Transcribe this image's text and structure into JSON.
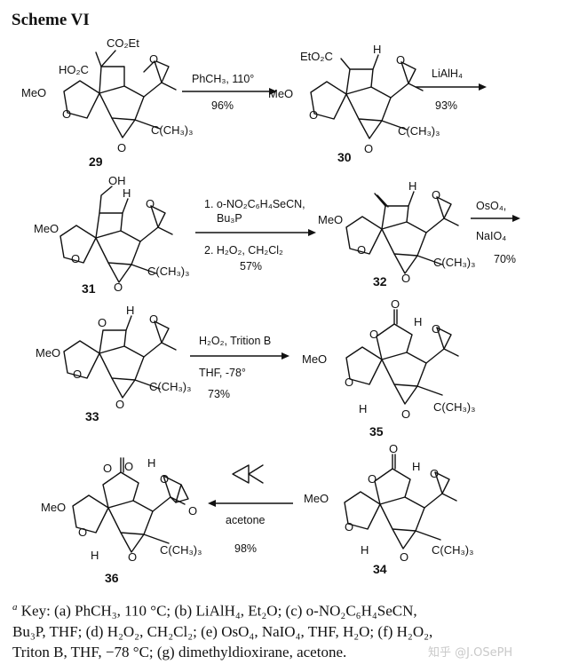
{
  "scheme_title": "Scheme VI",
  "reactions": [
    {
      "reagents": [
        "PhCH₃, 110°"
      ],
      "yield": "96%"
    },
    {
      "reagents": [
        "LiAlH₄"
      ],
      "yield": "93%"
    },
    {
      "reagents": [
        "1. o-NO₂C₆H₄SeCN,",
        "Bu₃P",
        "2. H₂O₂, CH₂Cl₂"
      ],
      "yield": "57%"
    },
    {
      "reagents": [
        "OsO₄,",
        "NaIO₄"
      ],
      "yield": "70%"
    },
    {
      "reagents": [
        "H₂O₂, Trition B",
        "THF, -78°"
      ],
      "yield": "73%"
    },
    {
      "reagents": [
        "acetone"
      ],
      "yield": "98%"
    }
  ],
  "compounds": [
    {
      "number": "29",
      "labels": [
        "CO₂Et",
        "HO₂C",
        "O",
        "MeO",
        "O",
        "C(CH₃)₃",
        "O"
      ]
    },
    {
      "number": "30",
      "labels": [
        "EtO₂C",
        "H",
        "O",
        "MeO",
        "O",
        "C(CH₃)₃",
        "O"
      ]
    },
    {
      "number": "31",
      "labels": [
        "OH",
        "H",
        "O",
        "MeO",
        "O",
        "C(CH₃)₃",
        "O"
      ]
    },
    {
      "number": "32",
      "labels": [
        "H",
        "O",
        "MeO",
        "O",
        "C(CH₃)₃",
        "O"
      ]
    },
    {
      "number": "33",
      "labels": [
        "O",
        "H",
        "O",
        "MeO",
        "O",
        "C(CH₃)₃",
        "O"
      ]
    },
    {
      "number": "35",
      "labels": [
        "O",
        "O",
        "H",
        "O",
        "MeO",
        "O",
        "H",
        "C(CH₃)₃",
        "O"
      ]
    },
    {
      "number": "34",
      "labels": [
        "O",
        "O",
        "H",
        "O",
        "MeO",
        "O",
        "H",
        "C(CH₃)₃",
        "O"
      ]
    },
    {
      "number": "36",
      "labels": [
        "O",
        "O",
        "H",
        "O",
        "MeO",
        "O",
        "H",
        "C(CH₃)₃",
        "O",
        "O"
      ]
    }
  ],
  "footnote": {
    "marker": "a",
    "lines": [
      "Key: (a) PhCH₃, 110 °C; (b) LiAlH₄, Et₂O; (c) o-NO₂C₆H₄SeCN,",
      "Bu₃P, THF; (d) H₂O₂, CH₂Cl₂; (e) OsO₄, NaIO₄, THF, H₂O; (f) H₂O₂,",
      "Triton B, THF, −78 °C; (g) dimethyldioxirane, acetone."
    ]
  },
  "watermark": "知乎 @J.OSePH"
}
